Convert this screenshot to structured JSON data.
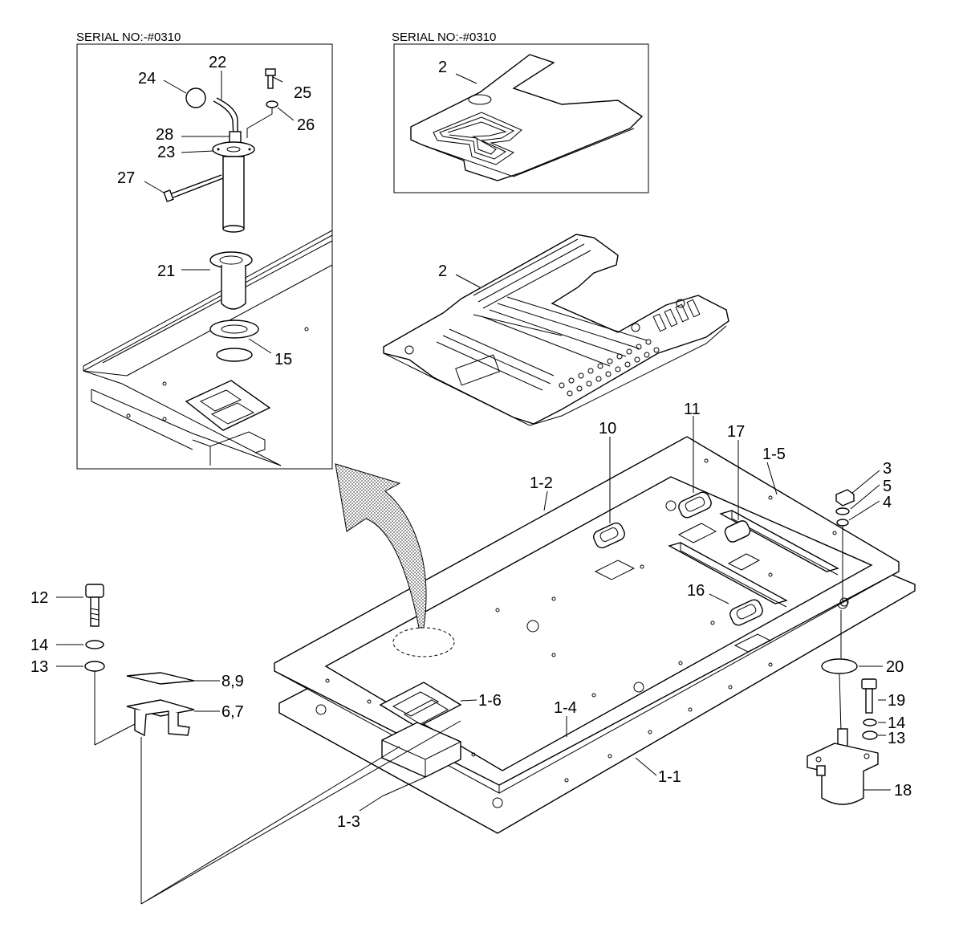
{
  "serial_labels": [
    "SERIAL NO:-#0310",
    "SERIAL NO:-#0310"
  ],
  "callouts": {
    "c22": "22",
    "c24": "24",
    "c25": "25",
    "c26": "26",
    "c28": "28",
    "c23": "23",
    "c27": "27",
    "c21": "21",
    "c15": "15",
    "c2a": "2",
    "c2b": "2",
    "c10": "10",
    "c11": "11",
    "c17": "17",
    "c1_5": "1-5",
    "c3": "3",
    "c5": "5",
    "c4": "4",
    "c1_2": "1-2",
    "c16": "16",
    "c12": "12",
    "c14a": "14",
    "c13a": "13",
    "c8_9": "8,9",
    "c6_7": "6,7",
    "c1_6": "1-6",
    "c1_4": "1-4",
    "c1_1": "1-1",
    "c1_3": "1-3",
    "c20": "20",
    "c19": "19",
    "c14b": "14",
    "c13b": "13",
    "c18": "18"
  }
}
